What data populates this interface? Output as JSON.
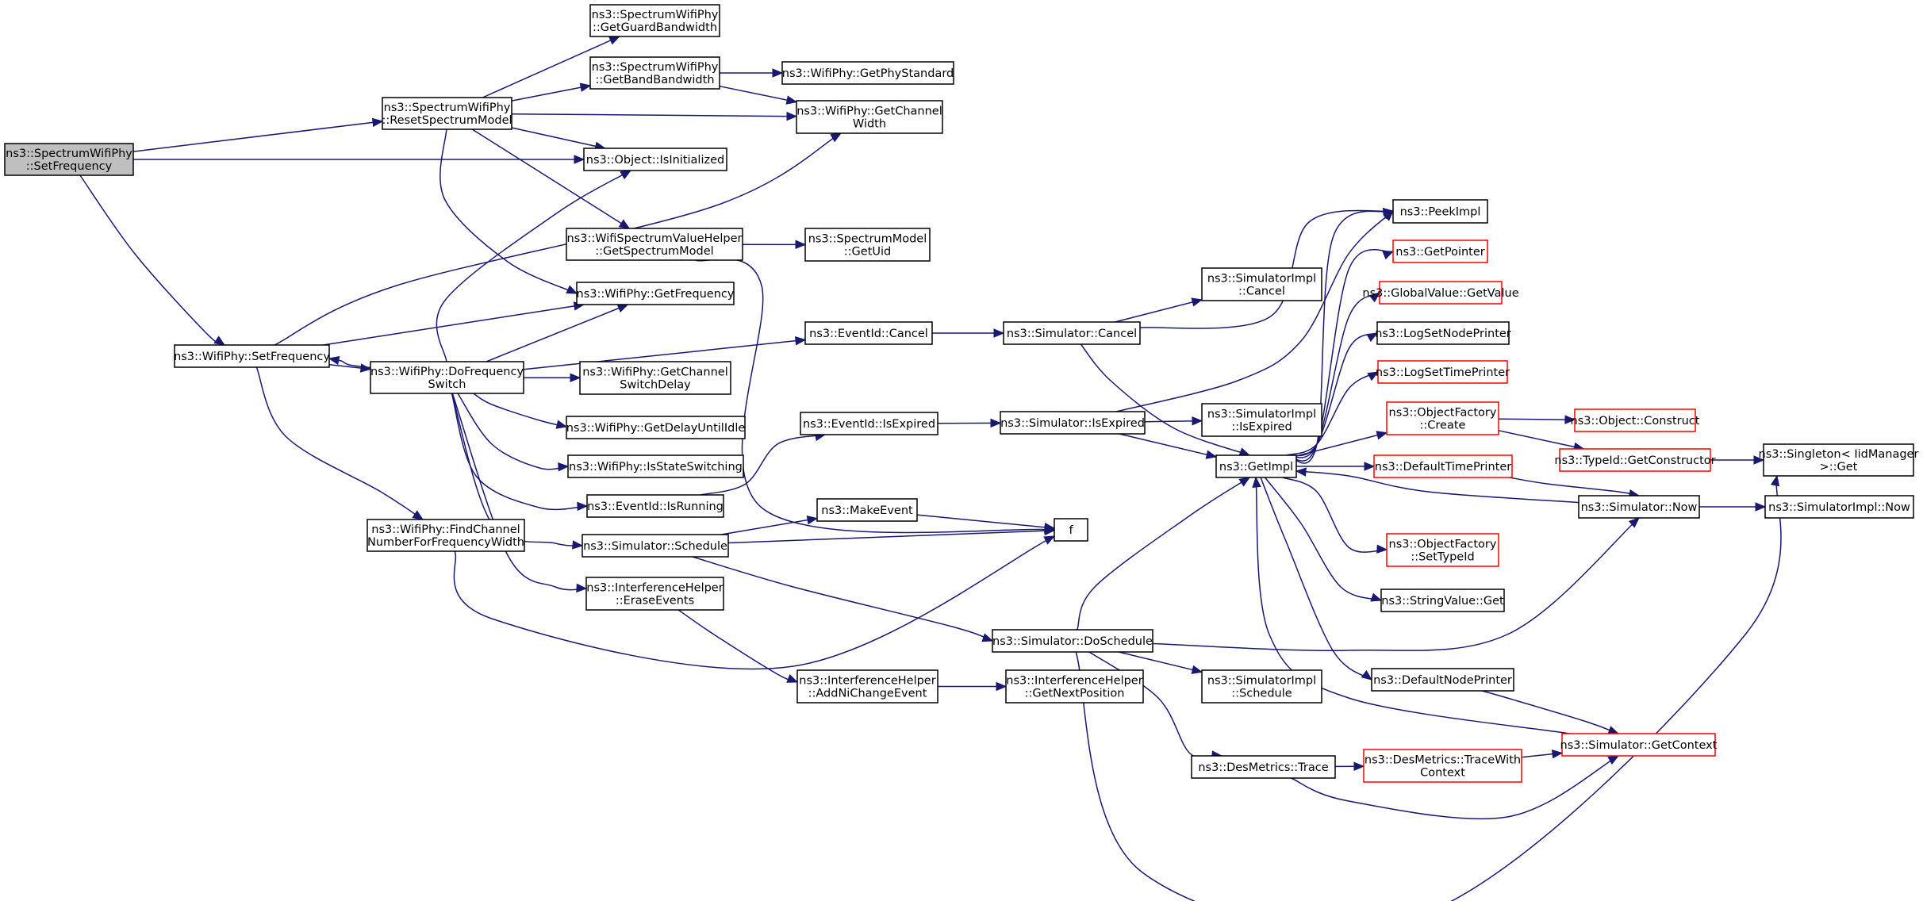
{
  "diagram": {
    "type": "call-graph",
    "nodes": [
      {
        "id": "n0",
        "lines": [
          "ns3::SpectrumWifiPhy",
          "::SetFrequency"
        ],
        "style": "root"
      },
      {
        "id": "n1",
        "lines": [
          "ns3::SpectrumWifiPhy",
          "::ResetSpectrumModel"
        ],
        "style": "normal"
      },
      {
        "id": "n2",
        "lines": [
          "ns3::SpectrumWifiPhy",
          "::GetGuardBandwidth"
        ],
        "style": "normal"
      },
      {
        "id": "n3",
        "lines": [
          "ns3::SpectrumWifiPhy",
          "::GetBandBandwidth"
        ],
        "style": "normal"
      },
      {
        "id": "n4",
        "lines": [
          "ns3::WifiPhy::GetPhyStandard"
        ],
        "style": "normal"
      },
      {
        "id": "n5",
        "lines": [
          "ns3::WifiPhy::GetChannel",
          "Width"
        ],
        "style": "normal"
      },
      {
        "id": "n6",
        "lines": [
          "ns3::Object::IsInitialized"
        ],
        "style": "normal"
      },
      {
        "id": "n7",
        "lines": [
          "ns3::WifiSpectrumValueHelper",
          "::GetSpectrumModel"
        ],
        "style": "normal"
      },
      {
        "id": "n8",
        "lines": [
          "ns3::SpectrumModel",
          "::GetUid"
        ],
        "style": "normal"
      },
      {
        "id": "n9",
        "lines": [
          "ns3::WifiPhy::GetFrequency"
        ],
        "style": "normal"
      },
      {
        "id": "n10",
        "lines": [
          "ns3::WifiPhy::SetFrequency"
        ],
        "style": "normal"
      },
      {
        "id": "n11",
        "lines": [
          "ns3::WifiPhy::DoFrequency",
          "Switch"
        ],
        "style": "normal"
      },
      {
        "id": "n12",
        "lines": [
          "ns3::WifiPhy::GetChannel",
          "SwitchDelay"
        ],
        "style": "normal"
      },
      {
        "id": "n13",
        "lines": [
          "ns3::WifiPhy::GetDelayUntilIdle"
        ],
        "style": "normal"
      },
      {
        "id": "n14",
        "lines": [
          "ns3::WifiPhy::IsStateSwitching"
        ],
        "style": "normal"
      },
      {
        "id": "n15",
        "lines": [
          "ns3::EventId::IsRunning"
        ],
        "style": "normal"
      },
      {
        "id": "n16",
        "lines": [
          "ns3::Simulator::Schedule"
        ],
        "style": "normal"
      },
      {
        "id": "n17",
        "lines": [
          "ns3::InterferenceHelper",
          "::EraseEvents"
        ],
        "style": "normal"
      },
      {
        "id": "n18",
        "lines": [
          "ns3::WifiPhy::FindChannel",
          "NumberForFrequencyWidth"
        ],
        "style": "normal"
      },
      {
        "id": "n19",
        "lines": [
          "ns3::EventId::Cancel"
        ],
        "style": "normal"
      },
      {
        "id": "n20",
        "lines": [
          "ns3::EventId::IsExpired"
        ],
        "style": "normal"
      },
      {
        "id": "n21",
        "lines": [
          "ns3::MakeEvent"
        ],
        "style": "normal"
      },
      {
        "id": "n22",
        "lines": [
          "f"
        ],
        "style": "normal"
      },
      {
        "id": "n23",
        "lines": [
          "ns3::InterferenceHelper",
          "::AddNiChangeEvent"
        ],
        "style": "normal"
      },
      {
        "id": "n24",
        "lines": [
          "ns3::InterferenceHelper",
          "::GetNextPosition"
        ],
        "style": "normal"
      },
      {
        "id": "n25",
        "lines": [
          "ns3::Simulator::Cancel"
        ],
        "style": "normal"
      },
      {
        "id": "n26",
        "lines": [
          "ns3::Simulator::IsExpired"
        ],
        "style": "normal"
      },
      {
        "id": "n27",
        "lines": [
          "ns3::Simulator::DoSchedule"
        ],
        "style": "normal"
      },
      {
        "id": "n28",
        "lines": [
          "ns3::SimulatorImpl",
          "::Cancel"
        ],
        "style": "normal"
      },
      {
        "id": "n29",
        "lines": [
          "ns3::SimulatorImpl",
          "::IsExpired"
        ],
        "style": "normal"
      },
      {
        "id": "n30",
        "lines": [
          "ns3::GetImpl"
        ],
        "style": "normal"
      },
      {
        "id": "n31",
        "lines": [
          "ns3::SimulatorImpl",
          "::Schedule"
        ],
        "style": "normal"
      },
      {
        "id": "n32",
        "lines": [
          "ns3::DesMetrics::Trace"
        ],
        "style": "normal"
      },
      {
        "id": "n33",
        "lines": [
          "ns3::PeekImpl"
        ],
        "style": "normal"
      },
      {
        "id": "n34",
        "lines": [
          "ns3::GetPointer"
        ],
        "style": "red"
      },
      {
        "id": "n35",
        "lines": [
          "ns3::GlobalValue::GetValue"
        ],
        "style": "red"
      },
      {
        "id": "n36",
        "lines": [
          "ns3::LogSetNodePrinter"
        ],
        "style": "normal"
      },
      {
        "id": "n37",
        "lines": [
          "ns3::LogSetTimePrinter"
        ],
        "style": "red"
      },
      {
        "id": "n38",
        "lines": [
          "ns3::ObjectFactory",
          "::Create"
        ],
        "style": "red"
      },
      {
        "id": "n39",
        "lines": [
          "ns3::DefaultTimePrinter"
        ],
        "style": "red"
      },
      {
        "id": "n40",
        "lines": [
          "ns3::ObjectFactory",
          "::SetTypeId"
        ],
        "style": "red"
      },
      {
        "id": "n41",
        "lines": [
          "ns3::StringValue::Get"
        ],
        "style": "normal"
      },
      {
        "id": "n42",
        "lines": [
          "ns3::DefaultNodePrinter"
        ],
        "style": "normal"
      },
      {
        "id": "n43",
        "lines": [
          "ns3::DesMetrics::TraceWith",
          "Context"
        ],
        "style": "red"
      },
      {
        "id": "n44",
        "lines": [
          "ns3::Object::Construct"
        ],
        "style": "red"
      },
      {
        "id": "n45",
        "lines": [
          "ns3::TypeId::GetConstructor"
        ],
        "style": "red"
      },
      {
        "id": "n46",
        "lines": [
          "ns3::Simulator::Now"
        ],
        "style": "normal"
      },
      {
        "id": "n47",
        "lines": [
          "ns3::Simulator::GetContext"
        ],
        "style": "red"
      },
      {
        "id": "n48",
        "lines": [
          "ns3::Singleton< IidManager",
          " >::Get"
        ],
        "style": "normal"
      },
      {
        "id": "n49",
        "lines": [
          "ns3::SimulatorImpl::Now"
        ],
        "style": "normal"
      }
    ],
    "edges": [
      [
        "n0",
        "n1"
      ],
      [
        "n0",
        "n6"
      ],
      [
        "n0",
        "n10"
      ],
      [
        "n1",
        "n2"
      ],
      [
        "n1",
        "n3"
      ],
      [
        "n1",
        "n5"
      ],
      [
        "n1",
        "n6"
      ],
      [
        "n1",
        "n7"
      ],
      [
        "n1",
        "n9"
      ],
      [
        "n3",
        "n4"
      ],
      [
        "n3",
        "n5"
      ],
      [
        "n7",
        "n8"
      ],
      [
        "n7",
        "n22"
      ],
      [
        "n10",
        "n5"
      ],
      [
        "n10",
        "n9"
      ],
      [
        "n10",
        "n11"
      ],
      [
        "n10",
        "n18"
      ],
      [
        "n11",
        "n10"
      ],
      [
        "n11",
        "n6"
      ],
      [
        "n11",
        "n9"
      ],
      [
        "n11",
        "n19"
      ],
      [
        "n11",
        "n12"
      ],
      [
        "n11",
        "n13"
      ],
      [
        "n11",
        "n14"
      ],
      [
        "n11",
        "n15"
      ],
      [
        "n11",
        "n16"
      ],
      [
        "n11",
        "n17"
      ],
      [
        "n15",
        "n20"
      ],
      [
        "n16",
        "n21"
      ],
      [
        "n16",
        "n22"
      ],
      [
        "n16",
        "n27"
      ],
      [
        "n17",
        "n23"
      ],
      [
        "n18",
        "n22"
      ],
      [
        "n19",
        "n25"
      ],
      [
        "n20",
        "n26"
      ],
      [
        "n21",
        "n22"
      ],
      [
        "n23",
        "n24"
      ],
      [
        "n25",
        "n28"
      ],
      [
        "n25",
        "n33"
      ],
      [
        "n25",
        "n30"
      ],
      [
        "n26",
        "n33"
      ],
      [
        "n26",
        "n29"
      ],
      [
        "n26",
        "n30"
      ],
      [
        "n27",
        "n30"
      ],
      [
        "n27",
        "n31"
      ],
      [
        "n27",
        "n32"
      ],
      [
        "n27",
        "n46"
      ],
      [
        "n27",
        "n48"
      ],
      [
        "n30",
        "n33"
      ],
      [
        "n30",
        "n34"
      ],
      [
        "n30",
        "n35"
      ],
      [
        "n30",
        "n36"
      ],
      [
        "n30",
        "n37"
      ],
      [
        "n30",
        "n38"
      ],
      [
        "n30",
        "n39"
      ],
      [
        "n30",
        "n40"
      ],
      [
        "n30",
        "n41"
      ],
      [
        "n30",
        "n42"
      ],
      [
        "n32",
        "n43"
      ],
      [
        "n32",
        "n47"
      ],
      [
        "n38",
        "n44"
      ],
      [
        "n38",
        "n45"
      ],
      [
        "n39",
        "n46"
      ],
      [
        "n42",
        "n47"
      ],
      [
        "n43",
        "n47"
      ],
      [
        "n45",
        "n48"
      ],
      [
        "n46",
        "n30"
      ],
      [
        "n46",
        "n49"
      ],
      [
        "n47",
        "n30"
      ]
    ]
  }
}
